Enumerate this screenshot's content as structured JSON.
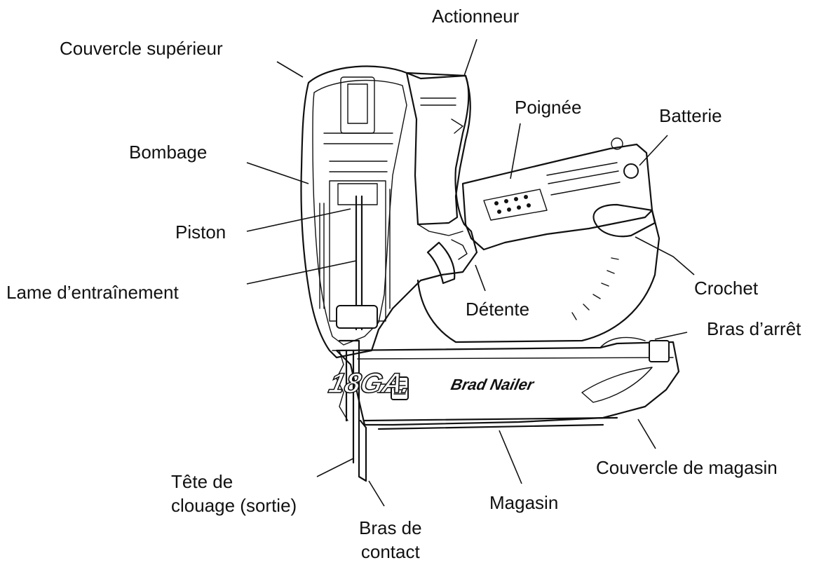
{
  "figure": {
    "body_text": "18GA.",
    "body_subtext": "Brad Nailer"
  },
  "labels": {
    "actionneur": "Actionneur",
    "couvercle_superieur": "Couvercle supérieur",
    "poignee": "Poignée",
    "batterie": "Batterie",
    "bombage": "Bombage",
    "piston": "Piston",
    "lame": "Lame d’entraînement",
    "crochet": "Crochet",
    "detente": "Détente",
    "bras_arret": "Bras d’arrêt",
    "couvercle_magasin": "Couvercle de magasin",
    "tete_clouage": "Tête de\nclouage (sortie)",
    "magasin": "Magasin",
    "bras_contact": "Bras de\ncontact"
  }
}
